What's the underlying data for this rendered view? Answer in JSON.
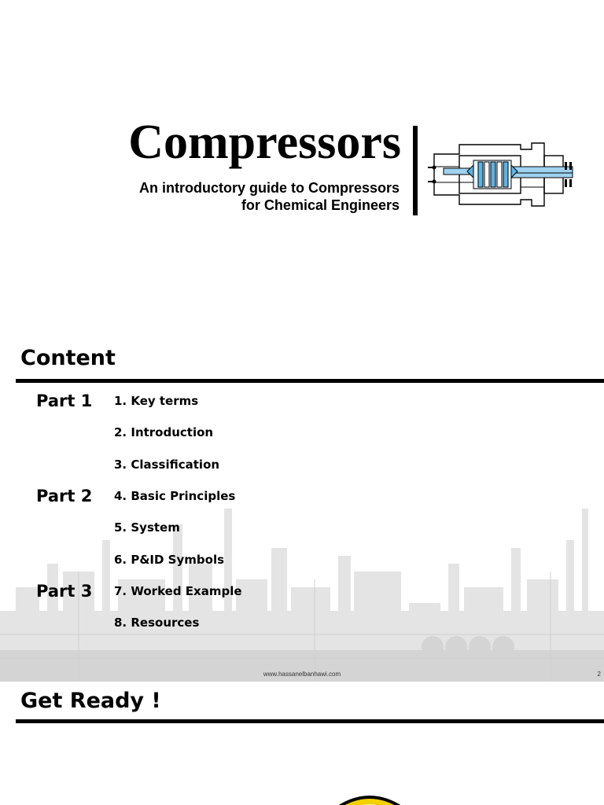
{
  "slide1": {
    "title": "Compressors",
    "subtitle_line1": "An introductory guide to Compressors",
    "subtitle_line2": "for Chemical Engineers"
  },
  "slide2": {
    "heading": "Content",
    "parts": [
      {
        "label": "Part 1",
        "items": [
          "1. Key terms",
          "2. Introduction",
          "3. Classification"
        ]
      },
      {
        "label": "Part 2",
        "items": [
          "4. Basic Principles",
          "5. System",
          "6. P&ID Symbols"
        ]
      },
      {
        "label": "Part 3",
        "items": [
          "7. Worked Example",
          "8. Resources"
        ]
      }
    ],
    "footer_url": "www.hassanelbanhawi.com",
    "page_number": "2"
  },
  "slide3": {
    "heading": "Get Ready !"
  },
  "colors": {
    "accent_blue": "#5ab4e6",
    "skyline_gray": "#d8d8d8",
    "bulb_yellow": "#f2d100"
  }
}
